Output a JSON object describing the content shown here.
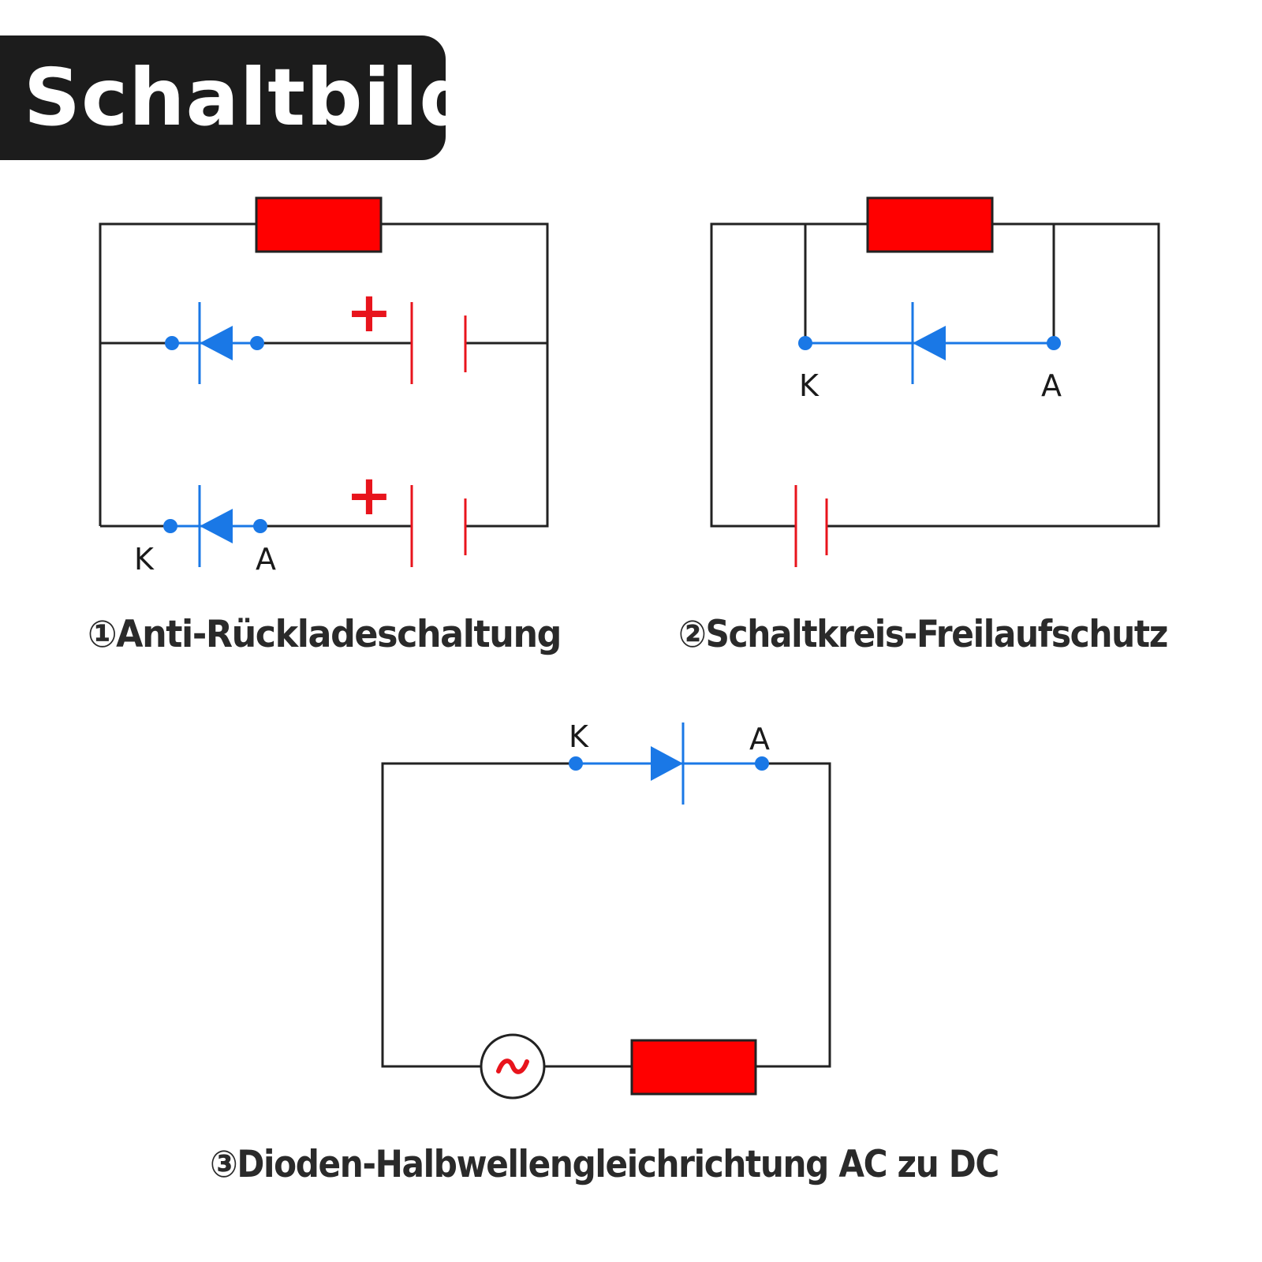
{
  "header": {
    "title": "Schaltbild"
  },
  "colors": {
    "wire": "#222222",
    "diode": "#1a78e6",
    "battery": "#e8141c",
    "resistor": "#ff0000",
    "header_bg": "#1c1c1c"
  },
  "diagrams": [
    {
      "caption": "①Anti-Rückladeschaltung",
      "plus_signs": [
        "+",
        "+"
      ],
      "terminals": {
        "k": "K",
        "a": "A"
      }
    },
    {
      "caption": "②Schaltkreis-Freilaufschutz",
      "terminals": {
        "k": "K",
        "a": "A"
      }
    },
    {
      "caption": "③Dioden-Halbwellengleichrichtung AC zu DC",
      "terminals": {
        "k": "K",
        "a": "A"
      }
    }
  ]
}
